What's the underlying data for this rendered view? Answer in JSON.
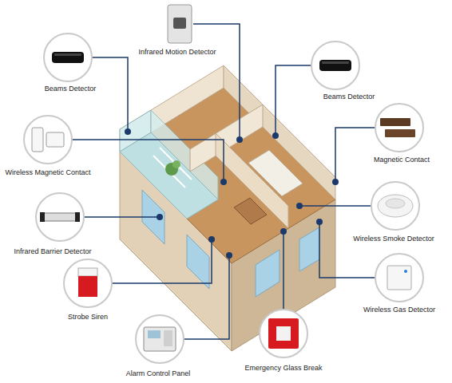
{
  "diagram": {
    "labels": [
      "Infrared Motion Detector",
      "Beams Detector",
      "Beams Detector",
      "Wireless Magnetic Contact",
      "Magnetic Contact",
      "Infrared Barrier Detector",
      "Wireless Smoke Detector",
      "Strobe Siren",
      "Wireless Gas Detector",
      "Alarm Control Panel",
      "Emergency Glass Break"
    ]
  }
}
